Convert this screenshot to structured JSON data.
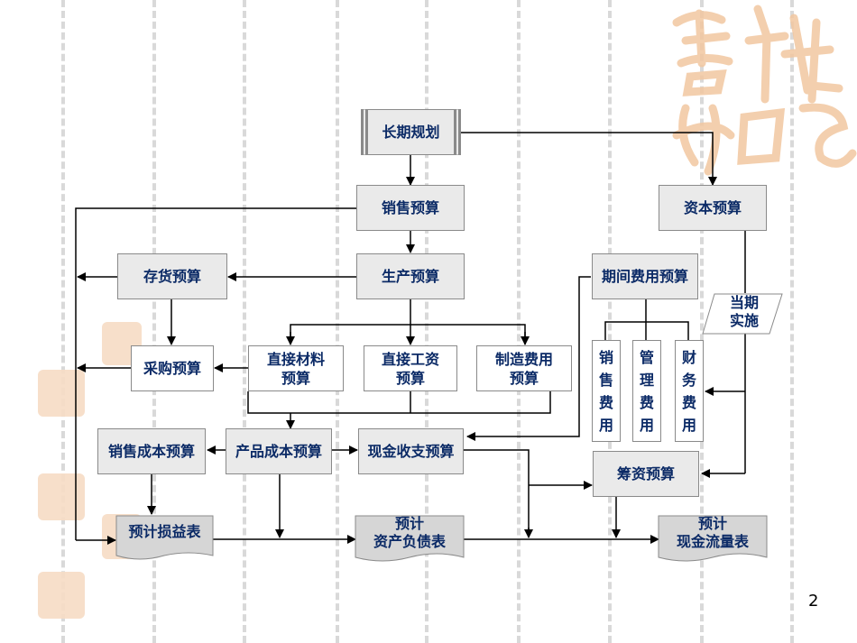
{
  "nodes": {
    "long_term_plan": "长期规划",
    "sales_budget": "销售预算",
    "capital_budget": "资本预算",
    "inventory_budget": "存货预算",
    "production_budget": "生产预算",
    "period_expense_budget": "期间费用预算",
    "current_period_impl": [
      "当期",
      "实施"
    ],
    "purchase_budget": "采购预算",
    "direct_material_budget": [
      "直接材料",
      "预算"
    ],
    "direct_labor_budget": [
      "直接工资",
      "预算"
    ],
    "manufacturing_overhead_budget": [
      "制造费用",
      "预算"
    ],
    "selling_expense": [
      "销",
      "售",
      "费",
      "用"
    ],
    "admin_expense": [
      "管",
      "理",
      "费",
      "用"
    ],
    "financial_expense": [
      "财",
      "务",
      "费",
      "用"
    ],
    "cost_of_sales_budget": "销售成本预算",
    "product_cost_budget": "产品成本预算",
    "cash_budget": "现金收支预算",
    "financing_budget": "筹资预算",
    "projected_income_statement": "预计损益表",
    "projected_balance_sheet": [
      "预计",
      "资产负债表"
    ],
    "projected_cash_flow_statement": [
      "预计",
      "现金流量表"
    ]
  },
  "decoration": {
    "watermark_icon": "ji-xiang-ru-yi-seal-icon",
    "stamp_color": "#f2c7a0"
  },
  "page_number": "2"
}
